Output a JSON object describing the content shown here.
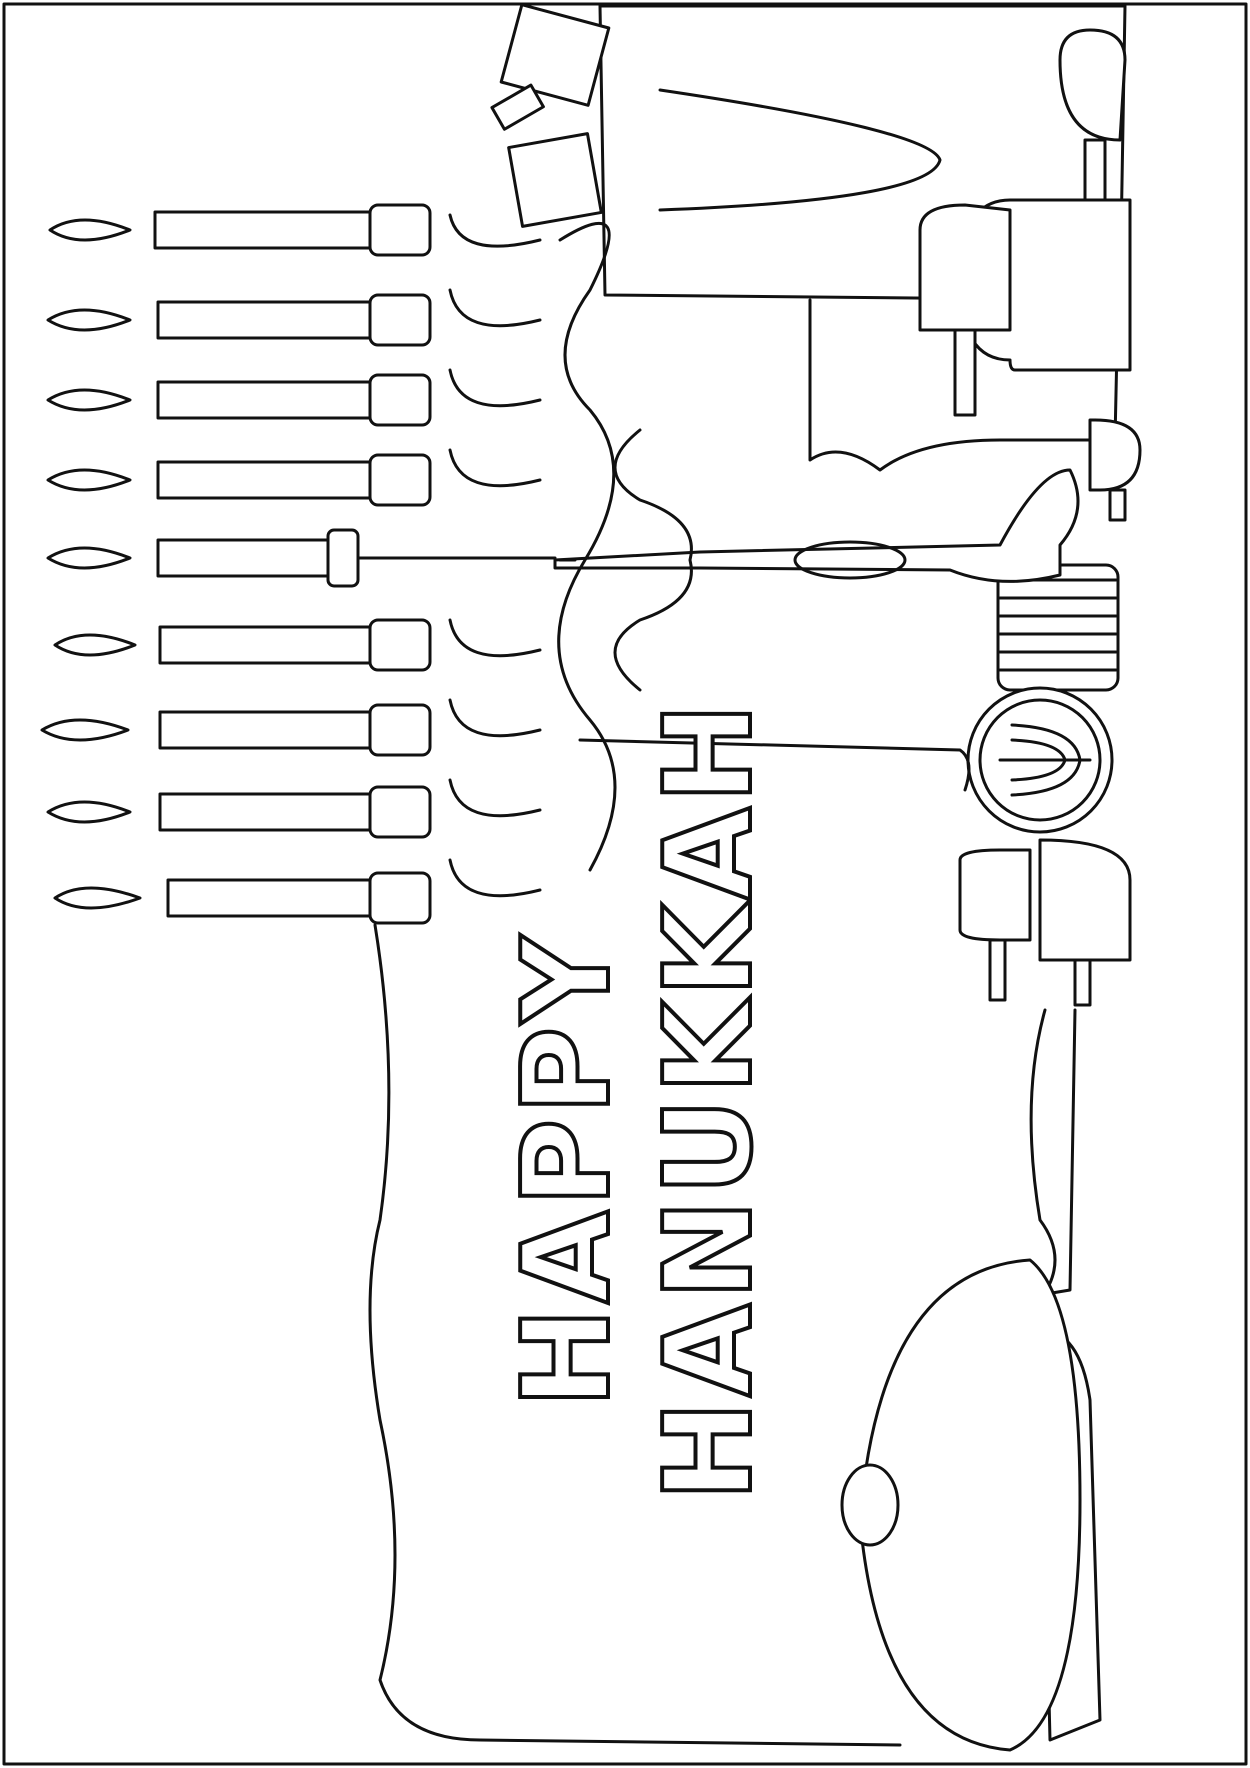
{
  "greeting": {
    "line1": "HAPPY",
    "line2": "HANUKKAH"
  },
  "colors": {
    "line": "#111111",
    "background": "#ffffff"
  },
  "illustration": {
    "candles_count": 9,
    "items": [
      "menorah-icon",
      "candle-icon",
      "dreidel-icon",
      "gift-bag-icon",
      "coin-icon",
      "coin-stack-icon",
      "donut-icon",
      "banner-frame"
    ]
  }
}
